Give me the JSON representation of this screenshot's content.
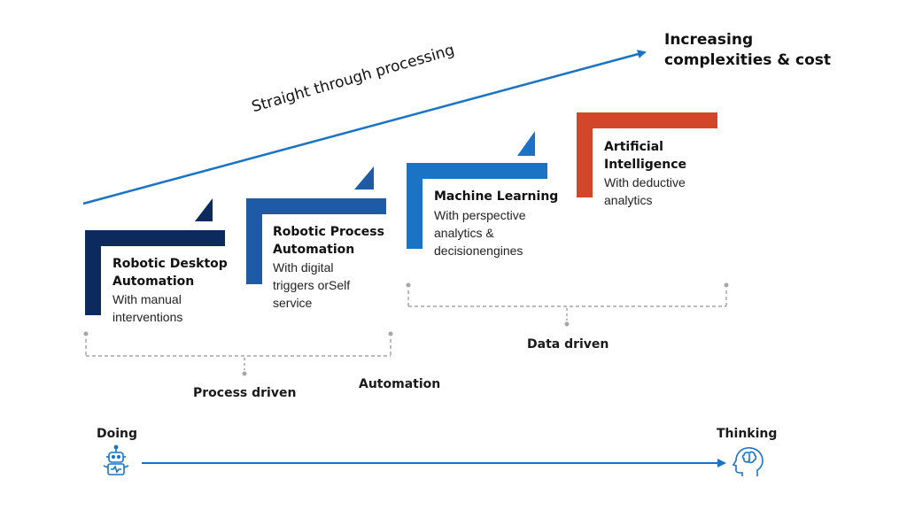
{
  "header": {
    "complexity_line1": "Increasing",
    "complexity_line2": "complexities & cost",
    "diagonal_label": "Straight through processing"
  },
  "steps": [
    {
      "title_line1": "Robotic Desktop",
      "title_line2": "Automation",
      "desc_line1": "With manual",
      "desc_line2": "interventions",
      "desc_line3": "",
      "color": "#0d2a5e"
    },
    {
      "title_line1": "Robotic Process",
      "title_line2": "Automation",
      "desc_line1": "With digital",
      "desc_line2": "triggers orSelf",
      "desc_line3": "service",
      "color": "#1f5aa6"
    },
    {
      "title_line1": "Machine Learning",
      "title_line2": "",
      "desc_line1": "With perspective",
      "desc_line2": "analytics &",
      "desc_line3": "decisionengines",
      "color": "#1a73c4"
    },
    {
      "title_line1": "Artificial",
      "title_line2": "Intelligence",
      "desc_line1": "With deductive",
      "desc_line2": "analytics",
      "desc_line3": "",
      "color": "#d2472a"
    }
  ],
  "groups": {
    "process_driven": "Process driven",
    "automation": "Automation",
    "data_driven": "Data driven"
  },
  "axis": {
    "start_label": "Doing",
    "end_label": "Thinking",
    "start_icon": "robot-icon",
    "end_icon": "brain-head-icon",
    "color": "#1a73c4"
  }
}
